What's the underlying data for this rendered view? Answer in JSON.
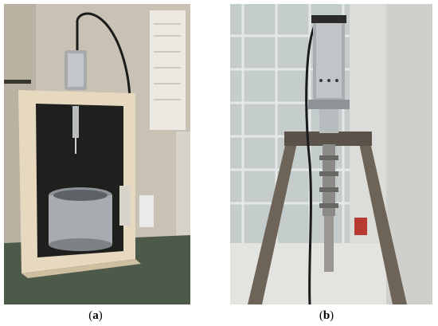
{
  "figure": {
    "panels": [
      {
        "id": "a",
        "caption_open": "(",
        "caption_letter": "a",
        "caption_close": ")"
      },
      {
        "id": "b",
        "caption_open": "(",
        "caption_letter": "b",
        "caption_close": ")"
      }
    ]
  }
}
